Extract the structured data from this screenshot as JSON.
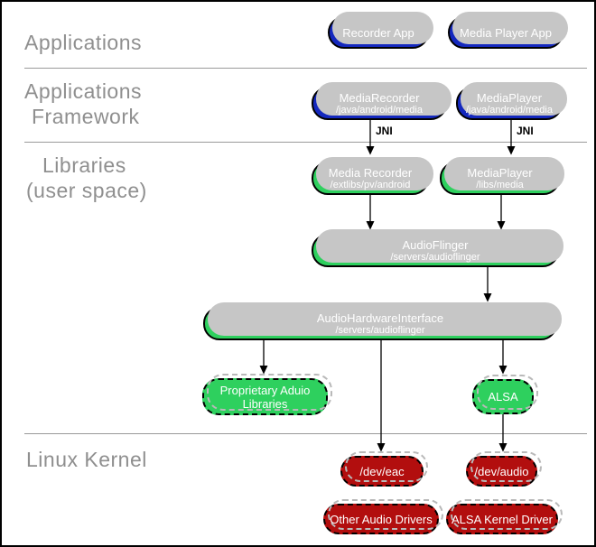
{
  "sections": {
    "applications": {
      "label": "Applications"
    },
    "framework": {
      "label_line1": "Applications",
      "label_line2": "Framework"
    },
    "libraries": {
      "label_line1": "Libraries",
      "label_line2": "(user space)"
    },
    "kernel": {
      "label": "Linux Kernel"
    }
  },
  "labels": {
    "jni_left": "JNI",
    "jni_right": "JNI"
  },
  "nodes": {
    "recorder_app": {
      "title": "Recorder App"
    },
    "media_player_app": {
      "title": "Media Player App"
    },
    "media_recorder_fw": {
      "title": "MediaRecorder",
      "subtitle": "/java/android/media"
    },
    "media_player_fw": {
      "title": "MediaPlayer",
      "subtitle": "/java/android/media"
    },
    "media_recorder_lib": {
      "title": "Media Recorder",
      "subtitle": "/extlibs/pv/android"
    },
    "media_player_lib": {
      "title": "MediaPlayer",
      "subtitle": "/libs/media"
    },
    "audio_flinger": {
      "title": "AudioFlinger",
      "subtitle": "/servers/audioflinger"
    },
    "audio_hardware_interface": {
      "title": "AudioHardwareInterface",
      "subtitle": "/servers/audioflinger"
    },
    "proprietary_audio": {
      "title": "Proprietary Aduio Libraries"
    },
    "alsa": {
      "title": "ALSA"
    },
    "dev_eac": {
      "title": "/dev/eac"
    },
    "dev_audio": {
      "title": "/dev/audio"
    },
    "other_audio_drivers": {
      "title": "Other Audio Drivers"
    },
    "alsa_kernel_driver": {
      "title": "ALSA Kernel Driver"
    }
  },
  "colors": {
    "app_blue": "#1428be",
    "lib_green": "#2ed05e",
    "kernel_red": "#b20e0e",
    "label_gray": "#8f8f8f",
    "divider_gray": "#9a9a9a",
    "shadow_gray": "#c6c6c6"
  }
}
